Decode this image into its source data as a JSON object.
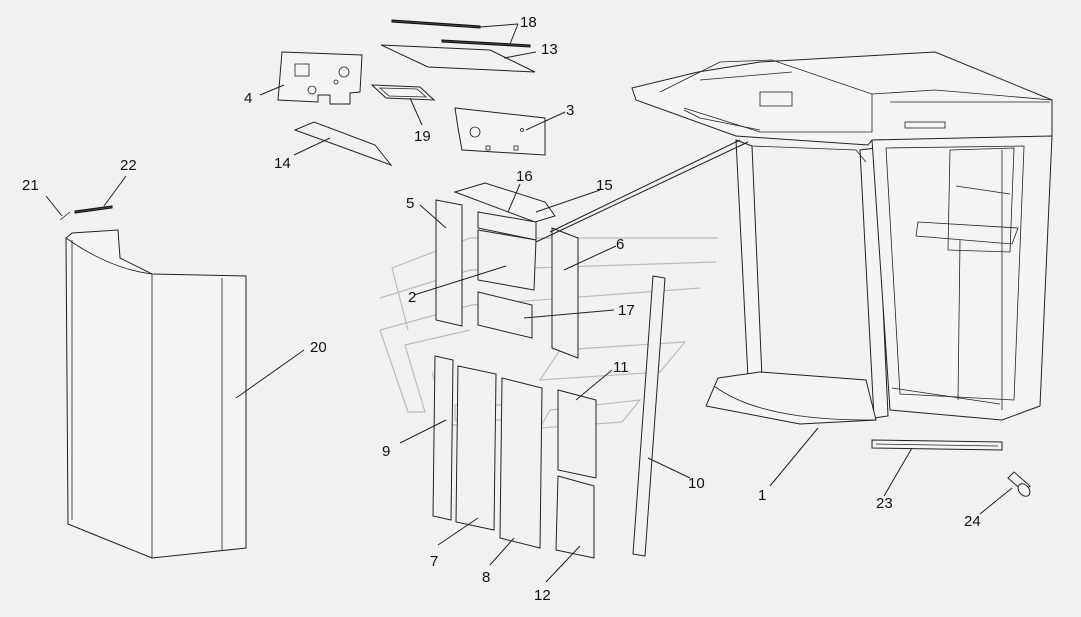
{
  "diagram": {
    "callouts": [
      {
        "id": "1",
        "label": "1"
      },
      {
        "id": "2",
        "label": "2"
      },
      {
        "id": "3",
        "label": "3"
      },
      {
        "id": "4",
        "label": "4"
      },
      {
        "id": "5",
        "label": "5"
      },
      {
        "id": "6",
        "label": "6"
      },
      {
        "id": "7",
        "label": "7"
      },
      {
        "id": "8",
        "label": "8"
      },
      {
        "id": "9",
        "label": "9"
      },
      {
        "id": "10",
        "label": "10"
      },
      {
        "id": "11",
        "label": "11"
      },
      {
        "id": "12",
        "label": "12"
      },
      {
        "id": "13",
        "label": "13"
      },
      {
        "id": "14",
        "label": "14"
      },
      {
        "id": "15",
        "label": "15"
      },
      {
        "id": "16",
        "label": "16"
      },
      {
        "id": "17",
        "label": "17"
      },
      {
        "id": "18",
        "label": "18"
      },
      {
        "id": "19",
        "label": "19"
      },
      {
        "id": "20",
        "label": "20"
      },
      {
        "id": "21",
        "label": "21"
      },
      {
        "id": "22",
        "label": "22"
      },
      {
        "id": "23",
        "label": "23"
      },
      {
        "id": "24",
        "label": "24"
      }
    ],
    "colors": {
      "background": "#f1f1f1",
      "line": "#222222",
      "ghost_line": "#bdbdbd"
    }
  }
}
